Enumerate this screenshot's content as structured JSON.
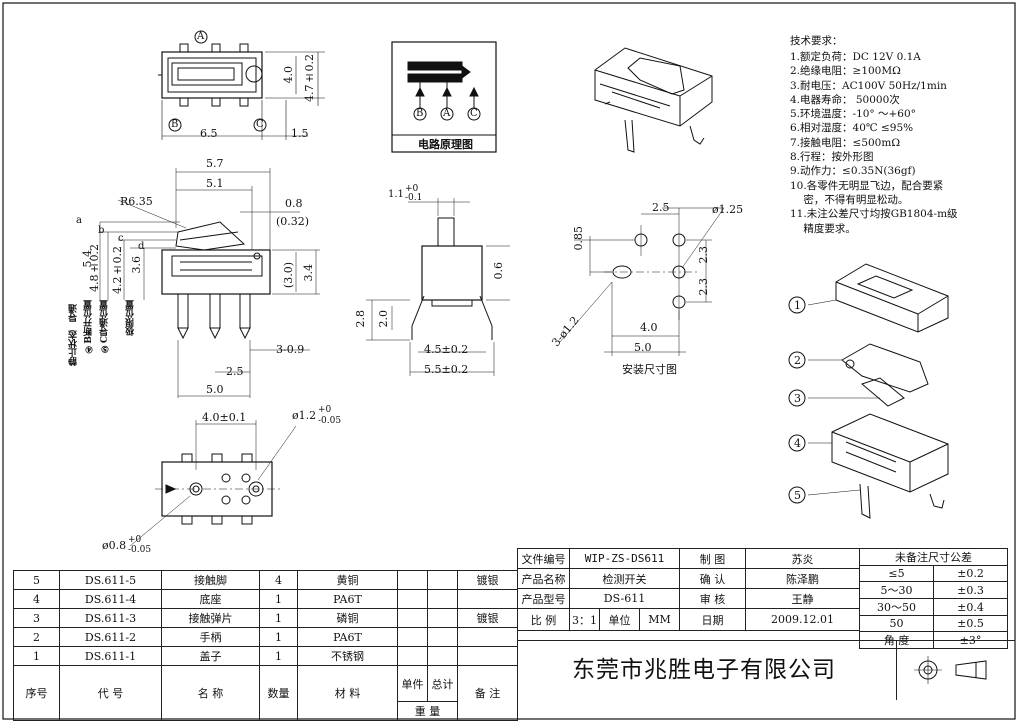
{
  "specs": {
    "title": "技术要求：",
    "lines": [
      "1.额定负荷：DC 12V 0.1A",
      "2.绝缘电阻：≥100MΩ",
      "3.耐电压：AC100V 50Hz/1min",
      "4.电器寿命： 50000次",
      "5.环境温度：-10° ～+60°",
      "6.相对湿度：40℃ ≤95%",
      "7.接触电阻：≤500mΩ",
      "8.行程：按外形图",
      "9.动作力：≤0.35N(36gf)",
      "10.各零件无明显飞边，配合要紧",
      "    密，不得有明显松动。",
      "11.未注公差尺寸均按GB1804-m级",
      "    精度要求。"
    ]
  },
  "labels": {
    "schematic_caption": "电路原理图",
    "mount_caption": "安装尺寸图",
    "pins": [
      "A",
      "B",
      "C"
    ],
    "positions": [
      "静止状态",
      "④B断开位置",
      "⑤C导通位置",
      "极限位置",
      "导通"
    ],
    "view_letters": [
      "a",
      "b",
      "c",
      "d"
    ],
    "parts": [
      "1",
      "2",
      "3",
      "4",
      "5"
    ]
  },
  "dims": {
    "top": [
      "6.5",
      "1.5",
      "4.0",
      "4.7±0.2"
    ],
    "side": [
      "5.7",
      "5.1",
      "0.8",
      "(0.32)",
      "R6.35",
      "5.4",
      "4.8±0.2",
      "4.2±0.2",
      "3.6",
      "(3.0)",
      "3.4",
      "3-0.9",
      "2.5",
      "5.0"
    ],
    "front": [
      "1.1",
      "+0",
      "-0.1",
      "2.8",
      "2.0",
      "0.6",
      "4.5±0.2",
      "5.5±0.2"
    ],
    "mount": [
      "2.5",
      "ø1.25",
      "0.85",
      "2.3",
      "2.3",
      "3-ø1.2",
      "4.0",
      "5.0"
    ],
    "bottom": [
      "4.0±0.1",
      "ø1.2",
      "+0",
      "-0.05",
      "ø0.8",
      "+0",
      "-0.05"
    ]
  },
  "bom": {
    "rows": [
      {
        "no": "5",
        "code": "DS.611-5",
        "name": "接触脚",
        "qty": "4",
        "material": "黄铜",
        "note": "镀银"
      },
      {
        "no": "4",
        "code": "DS.611-4",
        "name": "底座",
        "qty": "1",
        "material": "PA6T",
        "note": ""
      },
      {
        "no": "3",
        "code": "DS.611-3",
        "name": "接触弹片",
        "qty": "1",
        "material": "磷铜",
        "note": "镀银"
      },
      {
        "no": "2",
        "code": "DS.611-2",
        "name": "手柄",
        "qty": "1",
        "material": "PA6T",
        "note": ""
      },
      {
        "no": "1",
        "code": "DS.611-1",
        "name": "盖子",
        "qty": "1",
        "material": "不锈钢",
        "note": ""
      }
    ],
    "header": {
      "no": "序号",
      "code": "代 号",
      "name": "名 称",
      "qty": "数量",
      "material": "材 料",
      "unit": "单件",
      "total": "总计",
      "weight": "重 量",
      "note": "备 注"
    }
  },
  "titleblock": {
    "file_no_label": "文件编号",
    "file_no": "WIP-ZS-DS611",
    "draw_label": "制 图",
    "draw": "苏炎",
    "name_label": "产品名称",
    "name": "检测开关",
    "check_label": "确 认",
    "check": "陈泽鹏",
    "model_label": "产品型号",
    "model": "DS-611",
    "review_label": "审 核",
    "review": "王静",
    "scale_label": "比 例",
    "scale": "3：1",
    "unit_label": "单位",
    "unit": "MM",
    "date_label": "日期",
    "date": "2009.12.01",
    "company": "东莞市兆胜电子有限公司"
  },
  "tolerance": {
    "title": "未备注尺寸公差",
    "rows": [
      {
        "range": "≤5",
        "tol": "±0.2"
      },
      {
        "range": "5～30",
        "tol": "±0.3"
      },
      {
        "range": "30～50",
        "tol": "±0.4"
      },
      {
        "range": "50",
        "tol": "±0.5"
      },
      {
        "range": "角 度",
        "tol": "±3°"
      }
    ]
  }
}
